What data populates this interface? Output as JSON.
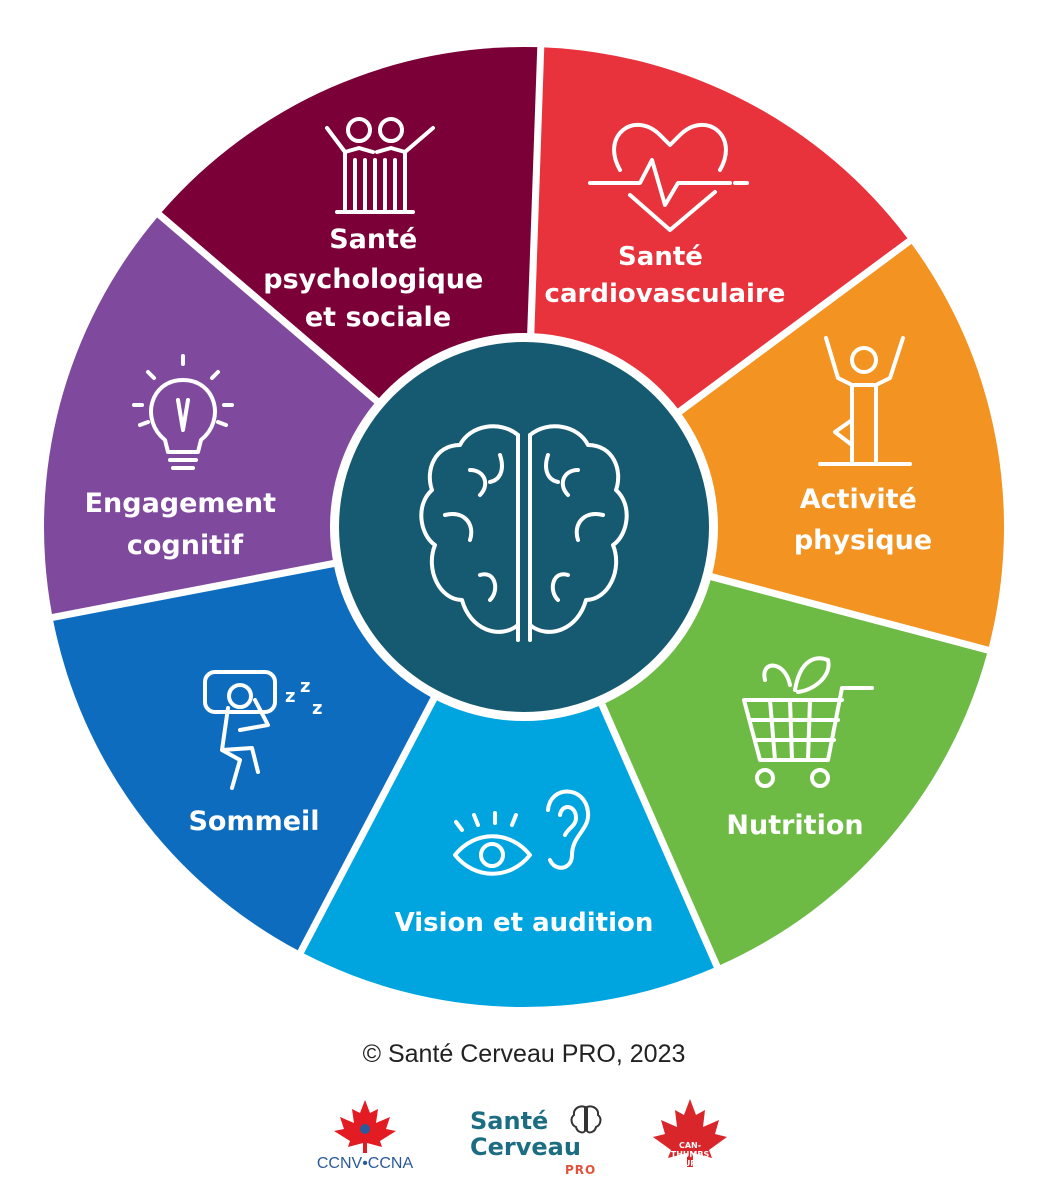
{
  "diagram": {
    "segments": [
      {
        "id": "psych",
        "label_lines": [
          "Santé",
          "psychologique",
          "et sociale"
        ],
        "color": "#7a0037",
        "icon": "people-icon"
      },
      {
        "id": "cardio",
        "label_lines": [
          "Santé",
          "cardiovasculaire"
        ],
        "color": "#e8323c",
        "icon": "heart-pulse-icon"
      },
      {
        "id": "activity",
        "label_lines": [
          "Activité",
          "physique"
        ],
        "color": "#f39321",
        "icon": "yoga-pose-icon"
      },
      {
        "id": "nutrition",
        "label_lines": [
          "Nutrition"
        ],
        "color": "#6dbb45",
        "icon": "shopping-cart-icon"
      },
      {
        "id": "vision",
        "label_lines": [
          "Vision et audition"
        ],
        "color": "#00a5e0",
        "icon": "eye-ear-icon"
      },
      {
        "id": "sleep",
        "label_lines": [
          "Sommeil"
        ],
        "color": "#0d6cbd",
        "icon": "sleeping-person-icon"
      },
      {
        "id": "cognitive",
        "label_lines": [
          "Engagement",
          "cognitif"
        ],
        "color": "#7f4a9d",
        "icon": "lightbulb-icon"
      }
    ],
    "center": {
      "icon": "brain-icon",
      "color": "#165a72"
    }
  },
  "footer": {
    "copyright": "© Santé Cerveau PRO, 2023",
    "logos": {
      "ccnv": "CCNV•CCNA",
      "sante_cerveau_line1": "Santé",
      "sante_cerveau_line2": "Cerveau",
      "sante_cerveau_line3": "PRO",
      "can_thumbs_up": "CAN-THUMBS UP"
    }
  }
}
